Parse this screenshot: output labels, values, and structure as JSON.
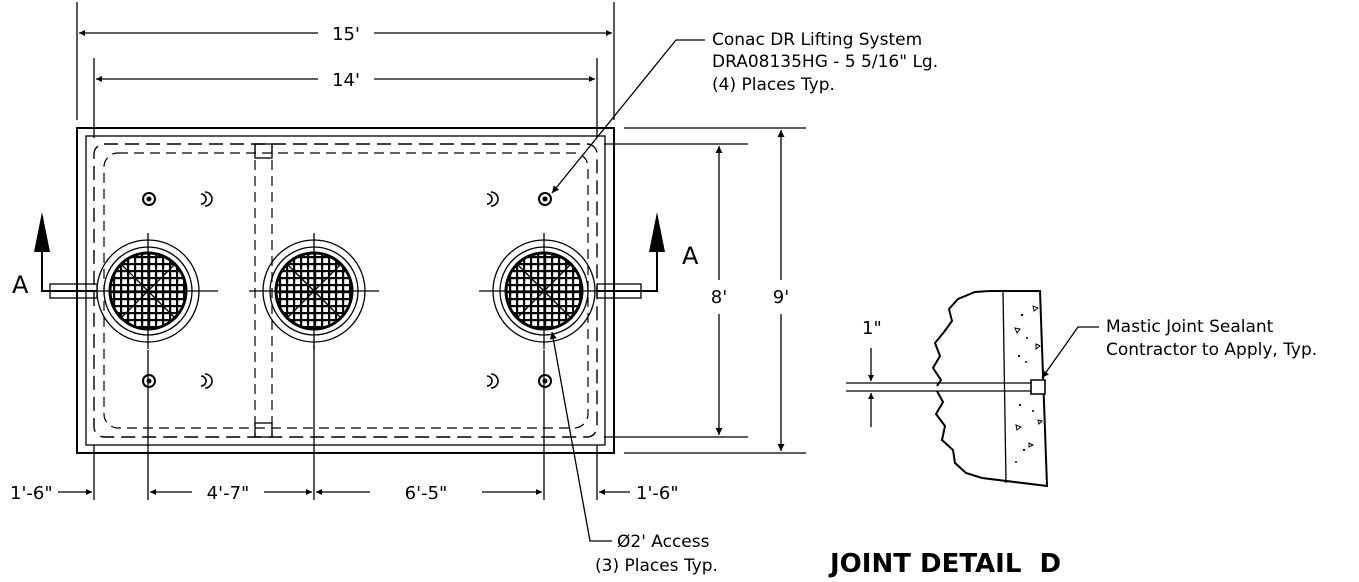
{
  "plan": {
    "dims": {
      "overall_length": "15'",
      "inner_length": "14'",
      "inner_width": "8'",
      "overall_width": "9'",
      "left_offset": "1'-6\"",
      "right_offset": "1'-6\"",
      "spacing_1": "4'-7\"",
      "spacing_2": "6'-5\""
    },
    "section_marks": {
      "left": "A",
      "right": "A"
    },
    "lifting_note": {
      "line1": "Conac DR Lifting System",
      "line2": "DRA08135HG - 5 5/16\" Lg.",
      "line3": "(4) Places Typ."
    },
    "access_note": {
      "line1": "Ø2' Access",
      "line2": "(3) Places Typ."
    }
  },
  "joint_detail": {
    "title": "JOINT DETAIL  D",
    "gap_dim": "1\"",
    "sealant_note": {
      "line1": "Mastic Joint Sealant",
      "line2": "Contractor to Apply, Typ."
    }
  }
}
